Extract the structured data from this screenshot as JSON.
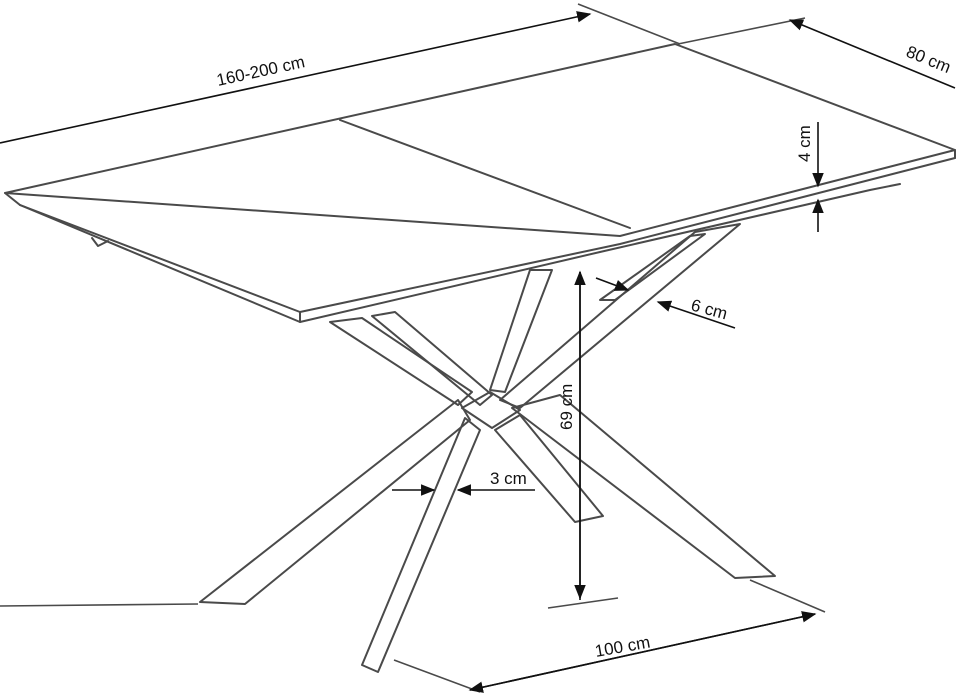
{
  "dimensions": {
    "length": "160-200 cm",
    "depth": "80 cm",
    "top_thickness": "4 cm",
    "height": "69 cm",
    "apron": "6 cm",
    "leg_width": "3 cm",
    "base_length": "100 cm"
  }
}
